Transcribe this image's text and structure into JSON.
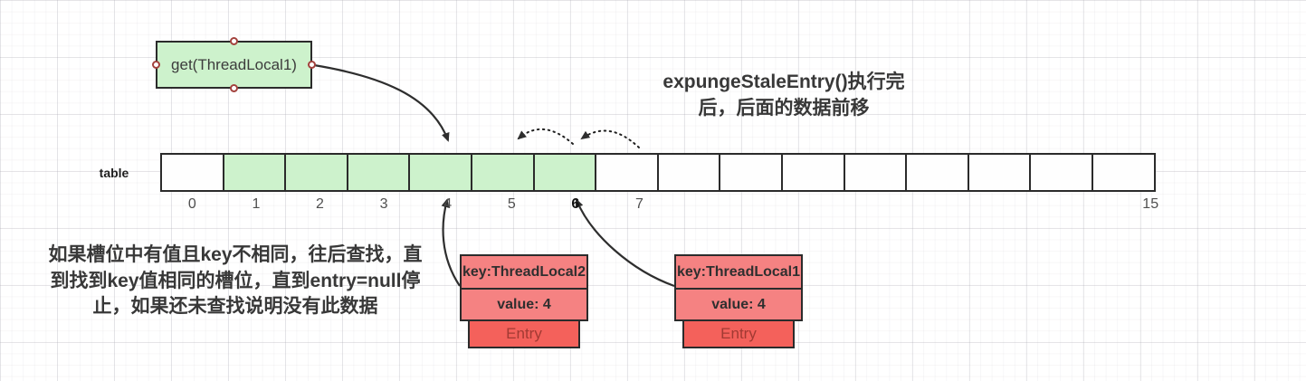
{
  "colors": {
    "green_fill": "#cdf2cc",
    "pink_fill": "#f58282",
    "red_fill": "#f4615b",
    "shape_border": "#2b2b2b",
    "arrow_color": "#2e2e2e",
    "handle_border": "#a3423d"
  },
  "get_box": {
    "label": "get(ThreadLocal1)"
  },
  "title": {
    "line1": "expungeStaleEntry()执行完",
    "line2": "后，后面的数据前移"
  },
  "table": {
    "label": "table",
    "cells": [
      {
        "label": "0",
        "green": false,
        "bold": false
      },
      {
        "label": "1",
        "green": true,
        "bold": false
      },
      {
        "label": "2",
        "green": true,
        "bold": false
      },
      {
        "label": "3",
        "green": true,
        "bold": false
      },
      {
        "label": "4",
        "green": true,
        "bold": false
      },
      {
        "label": "5",
        "green": true,
        "bold": false
      },
      {
        "label": "6",
        "green": true,
        "bold": true
      },
      {
        "label": "7",
        "green": false,
        "bold": false
      },
      {
        "label": "",
        "green": false,
        "bold": false
      },
      {
        "label": "",
        "green": false,
        "bold": false
      },
      {
        "label": "",
        "green": false,
        "bold": false
      },
      {
        "label": "",
        "green": false,
        "bold": false
      },
      {
        "label": "",
        "green": false,
        "bold": false
      },
      {
        "label": "",
        "green": false,
        "bold": false
      },
      {
        "label": "",
        "green": false,
        "bold": false
      },
      {
        "label": "15",
        "green": false,
        "bold": false
      }
    ]
  },
  "note": {
    "line1": "如果槽位中有值且key不相同，往后查找，直",
    "line2": "到找到key值相同的槽位，直到entry=null停",
    "line3": "止，如果还未查找说明没有此数据"
  },
  "entries": [
    {
      "key": "key:ThreadLocal2",
      "value": "value: 4",
      "entry": "Entry"
    },
    {
      "key": "key:ThreadLocal1",
      "value": "value: 4",
      "entry": "Entry"
    }
  ]
}
